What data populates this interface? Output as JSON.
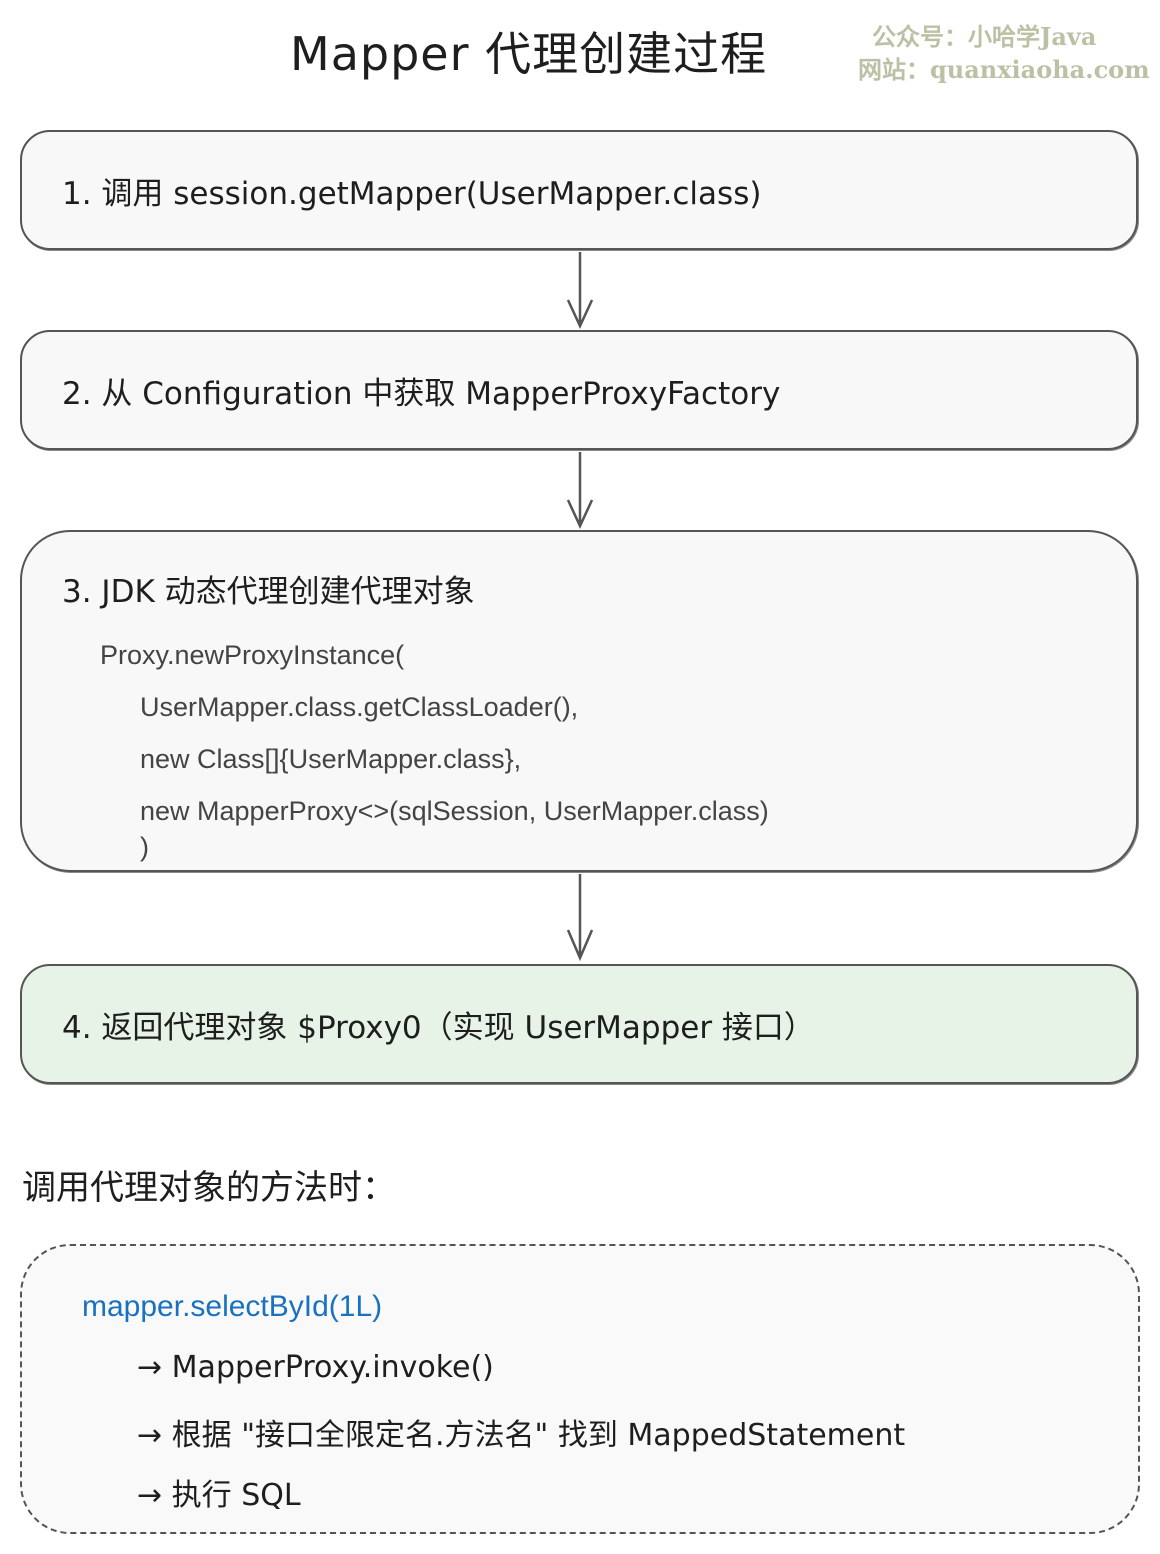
{
  "title": "Mapper 代理创建过程",
  "watermark": {
    "line1": "公众号：小哈学Java",
    "line2": "网站：quanxiaoha.com"
  },
  "steps": [
    {
      "label": "1. 调用 session.getMapper(UserMapper.class)"
    },
    {
      "label": "2. 从 Configuration 中获取 MapperProxyFactory"
    },
    {
      "label": "3. JDK 动态代理创建代理对象",
      "code": [
        "Proxy.newProxyInstance(",
        "UserMapper.class.getClassLoader(),",
        "new Class[]{UserMapper.class},",
        "new MapperProxy<>(sqlSession, UserMapper.class)",
        ")"
      ]
    },
    {
      "label": "4. 返回代理对象 $Proxy0（实现 UserMapper 接口）"
    }
  ],
  "invoke": {
    "heading": "调用代理对象的方法时：",
    "call": "mapper.selectById(1L)",
    "chain": [
      "→ MapperProxy.invoke()",
      "→ 根据 \"接口全限定名.方法名\" 找到 MappedStatement",
      "→ 执行 SQL"
    ]
  },
  "colors": {
    "stroke": "#555555",
    "box": "#f8f8f8",
    "highlight": "#e8f3e7",
    "code_blue": "#1971c2",
    "watermark": "#bcc0a4"
  }
}
